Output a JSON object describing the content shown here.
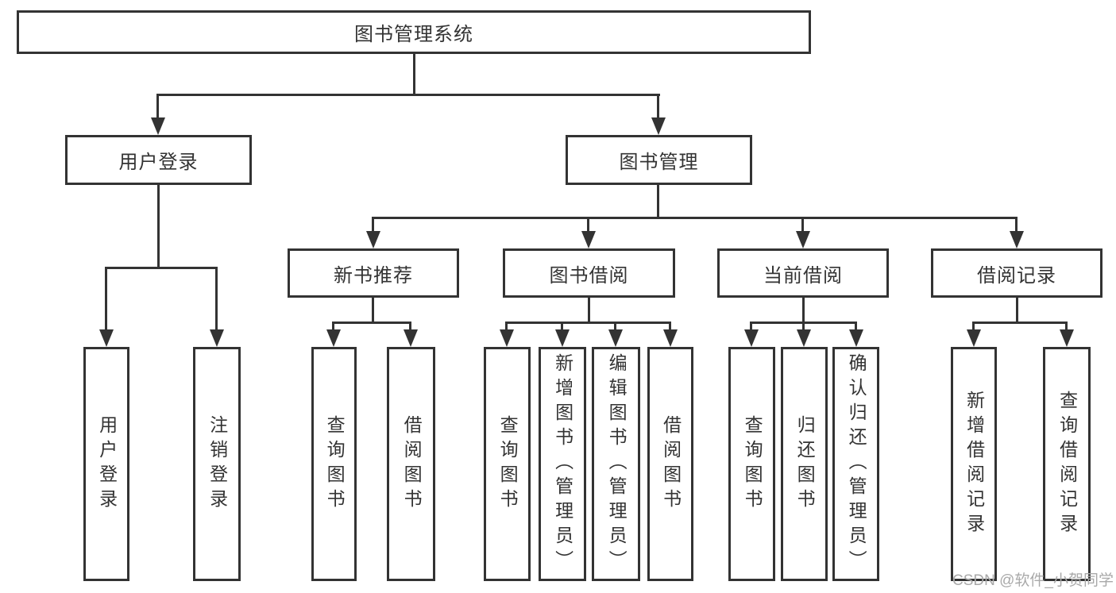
{
  "diagram": {
    "root": {
      "label": "图书管理系统"
    },
    "branches": [
      {
        "label": "用户登录",
        "children": [
          {
            "label": "用户登录"
          },
          {
            "label": "注销登录"
          }
        ]
      },
      {
        "label": "图书管理",
        "children": [
          {
            "label": "新书推荐",
            "children": [
              {
                "label": "查询图书"
              },
              {
                "label": "借阅图书"
              }
            ]
          },
          {
            "label": "图书借阅",
            "children": [
              {
                "label": "查询图书"
              },
              {
                "label": "新增图书（管理员）"
              },
              {
                "label": "编辑图书（管理员）"
              },
              {
                "label": "借阅图书"
              }
            ]
          },
          {
            "label": "当前借阅",
            "children": [
              {
                "label": "查询图书"
              },
              {
                "label": "归还图书"
              },
              {
                "label": "确认归还（管理员）"
              }
            ]
          },
          {
            "label": "借阅记录",
            "children": [
              {
                "label": "新增借阅记录"
              },
              {
                "label": "查询借阅记录"
              }
            ]
          }
        ]
      }
    ],
    "watermark": "CSDN @软件_小贺同学",
    "colors": {
      "line": "#333333",
      "text": "#333333",
      "background": "#ffffff",
      "watermark": "#a9a9a9"
    }
  }
}
